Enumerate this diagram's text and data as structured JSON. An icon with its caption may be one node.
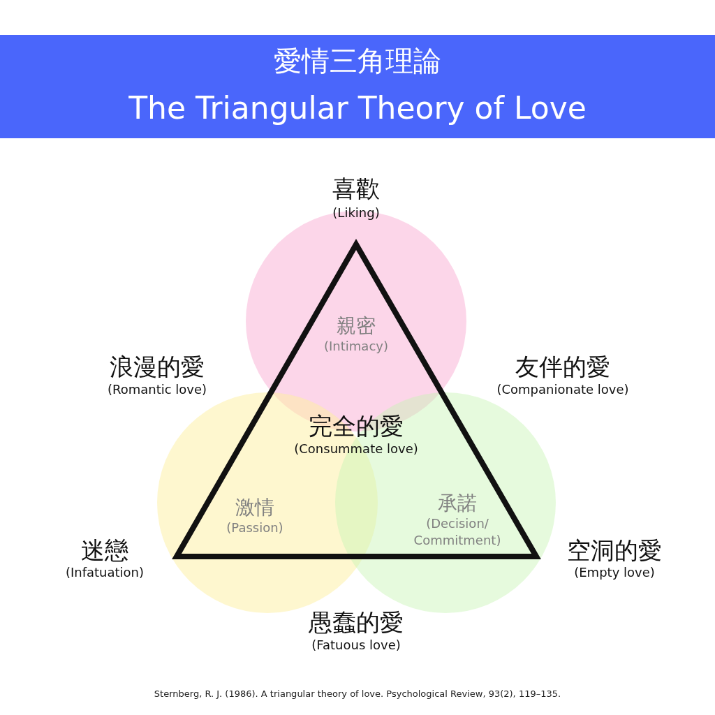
{
  "diagram": {
    "title": "愛情三角理論",
    "caption": "Sternberg, R. J. (1986). A triangular theory of love. Psychological Review, 93(2), 119–135.",
    "nodes": [
      {
        "text": [
          "親密",
          "(Intimacy)"
        ]
      },
      {
        "text": [
          "激情",
          "(Passion)"
        ]
      },
      {
        "text": [
          "承諾",
          "(Decision/ Commitment)"
        ]
      }
    ],
    "edges": [],
    "labels": [
      "The Triangular Theory of Love",
      "喜歡",
      "(Liking)",
      "浪漫的愛",
      "(Romantic love)",
      "友伴的愛",
      "(Companionate love)",
      "完全的愛",
      "(Consummate love)",
      "迷戀",
      "(Infatuation)",
      "空洞的愛",
      "(Empty love)",
      "愚蠢的愛",
      "(Fatuous love)"
    ]
  }
}
